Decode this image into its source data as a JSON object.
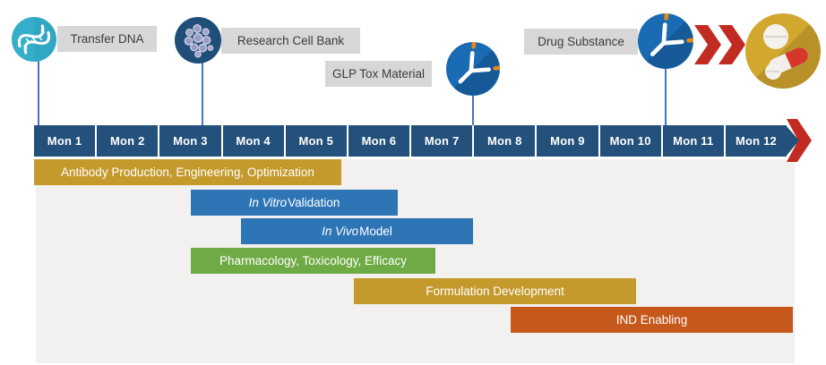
{
  "palette": {
    "navy": "#24507C",
    "gold": "#C49A2D",
    "blue": "#2E75B6",
    "green": "#6FAB44",
    "orange": "#C7581B",
    "red": "#C22B21",
    "label_bg": "#D7D7D7",
    "label_text": "#3C3C3C",
    "gantt_bg": "#F2F1EF",
    "connector": "#4472C4",
    "antibody_circle": "#1A6AB4",
    "antibody_tip_orange": "#E8881B",
    "dna_circle": "#35AECA",
    "cell_bank_circle": "#1F4E79",
    "pills_circle": "#D2A72E",
    "capsule_red": "#D6372A"
  },
  "milestones": [
    {
      "id": "transfer-dna",
      "label": "Transfer DNA",
      "icon": "dna-icon",
      "at_month_elapsed": 0.07
    },
    {
      "id": "research-cell-bank",
      "label": "Research Cell Bank",
      "icon": "cell-bank-icon",
      "at_month_elapsed": 2.69
    },
    {
      "id": "glp-tox-material",
      "label": "GLP Tox Material",
      "icon": "antibody-icon",
      "at_month_elapsed": 7.0
    },
    {
      "id": "drug-substance",
      "label": "Drug Substance",
      "icon": "antibody-icon",
      "at_month_elapsed": 10.07
    }
  ],
  "outcome": {
    "icon": "pills-icon",
    "arrow_icon": "double-chevron-icon"
  },
  "timeline": {
    "months": [
      "Mon 1",
      "Mon 2",
      "Mon 3",
      "Mon 4",
      "Mon 5",
      "Mon 6",
      "Mon 7",
      "Mon 8",
      "Mon 9",
      "Mon 10",
      "Mon 11",
      "Mon 12"
    ],
    "end_arrow": "red-forward-arrow"
  },
  "chart_data": {
    "type": "bar",
    "subtype": "gantt-timeline",
    "orientation": "horizontal",
    "title": "",
    "x_axis": {
      "unit": "months elapsed",
      "range": [
        0,
        12
      ],
      "tick_labels": [
        "Mon 1",
        "Mon 2",
        "Mon 3",
        "Mon 4",
        "Mon 5",
        "Mon 6",
        "Mon 7",
        "Mon 8",
        "Mon 9",
        "Mon 10",
        "Mon 11",
        "Mon 12"
      ]
    },
    "grid": false,
    "legend": false,
    "tasks": [
      {
        "id": "antibody-production",
        "label": "Antibody Production, Engineering, Optimization",
        "label_parts": [
          {
            "text": "Antibody Production, Engineering, Optimization",
            "italic": false
          }
        ],
        "start_month": 0.0,
        "end_month": 4.9,
        "color": "gold",
        "row": 0
      },
      {
        "id": "in-vitro-validation",
        "label": "In Vitro Validation",
        "label_parts": [
          {
            "text": "In Vitro",
            "italic": true
          },
          {
            "text": " Validation",
            "italic": false
          }
        ],
        "start_month": 2.5,
        "end_month": 5.8,
        "color": "blue",
        "row": 1
      },
      {
        "id": "in-vivo-model",
        "label": "In Vivo Model",
        "label_parts": [
          {
            "text": "In Vivo",
            "italic": true
          },
          {
            "text": " Model",
            "italic": false
          }
        ],
        "start_month": 3.3,
        "end_month": 7.0,
        "color": "blue",
        "row": 2
      },
      {
        "id": "pharmacology-toxicology-efficacy",
        "label": "Pharmacology, Toxicology, Efficacy",
        "label_parts": [
          {
            "text": "Pharmacology, Toxicology, Efficacy",
            "italic": false
          }
        ],
        "start_month": 2.5,
        "end_month": 6.4,
        "color": "green",
        "row": 3
      },
      {
        "id": "formulation-development",
        "label": "Formulation Development",
        "label_parts": [
          {
            "text": "Formulation Development",
            "italic": false
          }
        ],
        "start_month": 5.1,
        "end_month": 9.6,
        "color": "gold",
        "row": 4
      },
      {
        "id": "ind-enabling",
        "label": "IND Enabling",
        "label_parts": [
          {
            "text": "IND Enabling",
            "italic": false
          }
        ],
        "start_month": 7.6,
        "end_month": 12.1,
        "color": "orange",
        "row": 5
      }
    ],
    "milestone_markers": [
      {
        "label": "Transfer DNA",
        "at_month_elapsed": 0.07
      },
      {
        "label": "Research Cell Bank",
        "at_month_elapsed": 2.69
      },
      {
        "label": "GLP Tox Material",
        "at_month_elapsed": 7.0
      },
      {
        "label": "Drug Substance",
        "at_month_elapsed": 10.07
      }
    ]
  }
}
